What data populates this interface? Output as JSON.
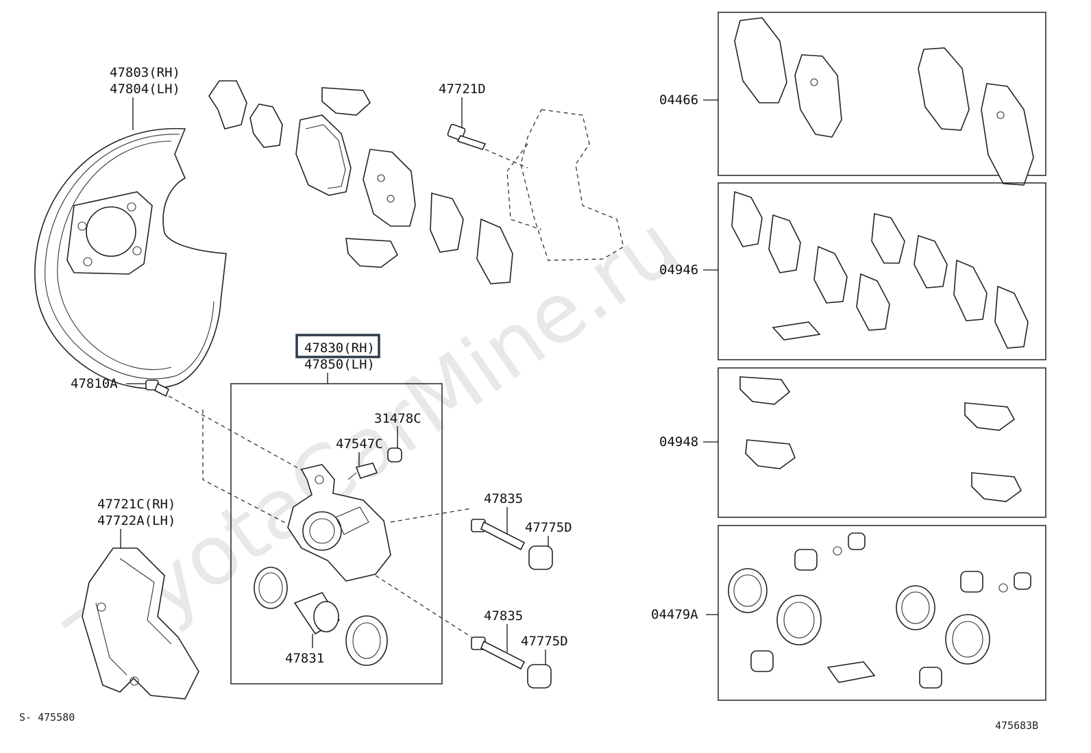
{
  "watermark": "ToyotaCarMine.ru",
  "labels": {
    "p47803": "47803(RH)",
    "p47804": "47804(LH)",
    "p47721D": "47721D",
    "p47830": "47830(RH)",
    "p47850": "47850(LH)",
    "p47810A": "47810A",
    "p31478C": "31478C",
    "p47547C": "47547C",
    "p47835a": "47835",
    "p47775Da": "47775D",
    "p47835b": "47835",
    "p47775Db": "47775D",
    "p47721C": "47721C(RH)",
    "p47722A": "47722A(LH)",
    "p47831": "47831",
    "p04466": "04466",
    "p04946": "04946",
    "p04948": "04948",
    "p04479A": "04479A"
  },
  "footer": {
    "left_ref": "S- 475580",
    "right_ref": "475683B"
  },
  "highlight": "47830(RH)"
}
